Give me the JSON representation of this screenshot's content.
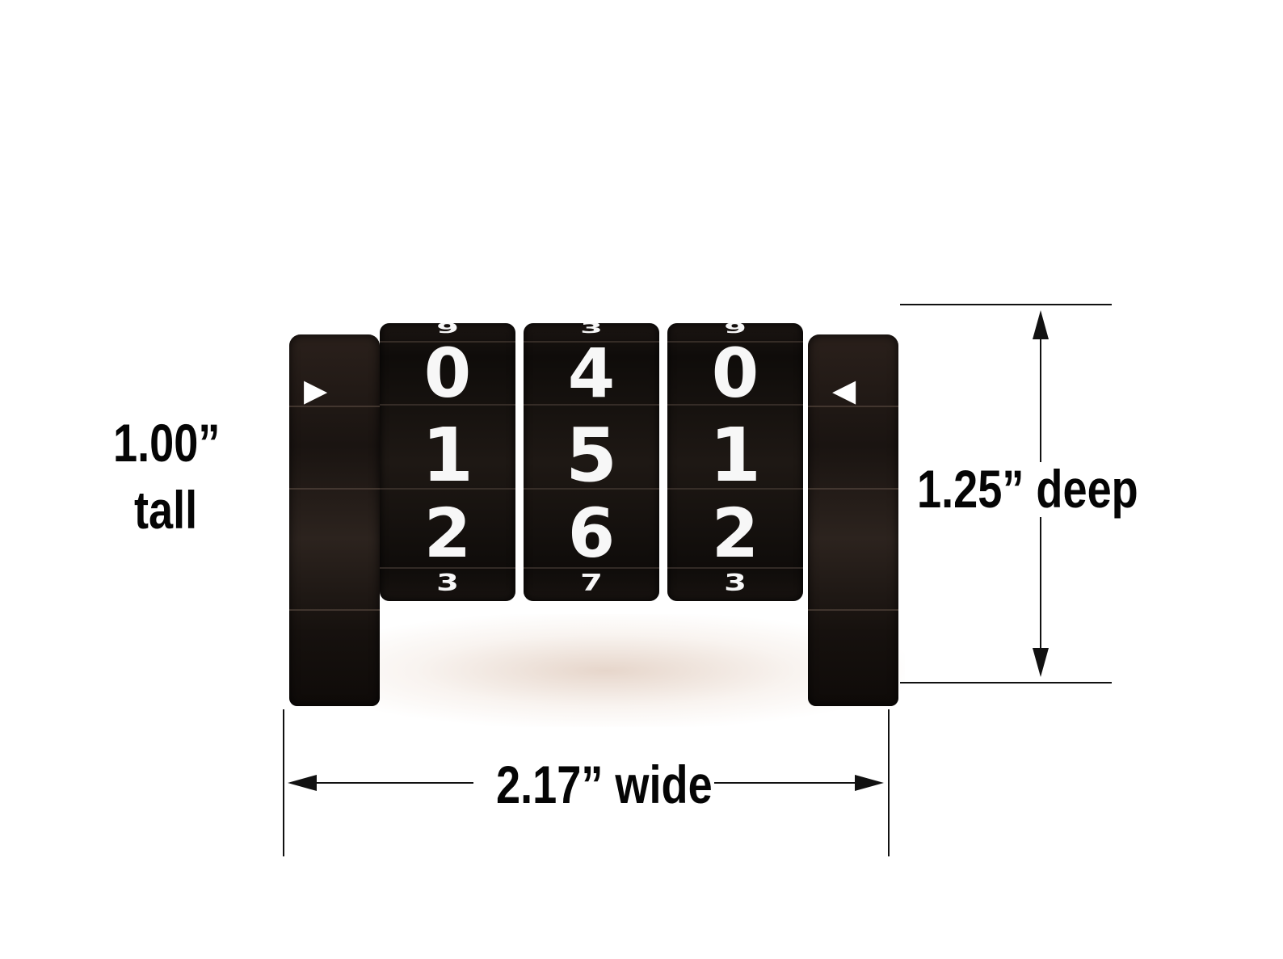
{
  "labels": {
    "tall_line1": "1.00”",
    "tall_line2": "tall",
    "deep": "1.25” deep",
    "wide": "2.17” wide"
  },
  "markers": {
    "left": "▶",
    "right": "◀"
  },
  "wheels": [
    {
      "top": "9",
      "main": [
        "0",
        "1",
        "2"
      ],
      "bottom": "3"
    },
    {
      "top": "3",
      "main": [
        "4",
        "5",
        "6"
      ],
      "bottom": "7"
    },
    {
      "top": "9",
      "main": [
        "0",
        "1",
        "2"
      ],
      "bottom": "3"
    }
  ],
  "colors": {
    "body": "#1a1411",
    "digits": "#f7f7f7",
    "lines": "#111111",
    "background": "#ffffff"
  }
}
